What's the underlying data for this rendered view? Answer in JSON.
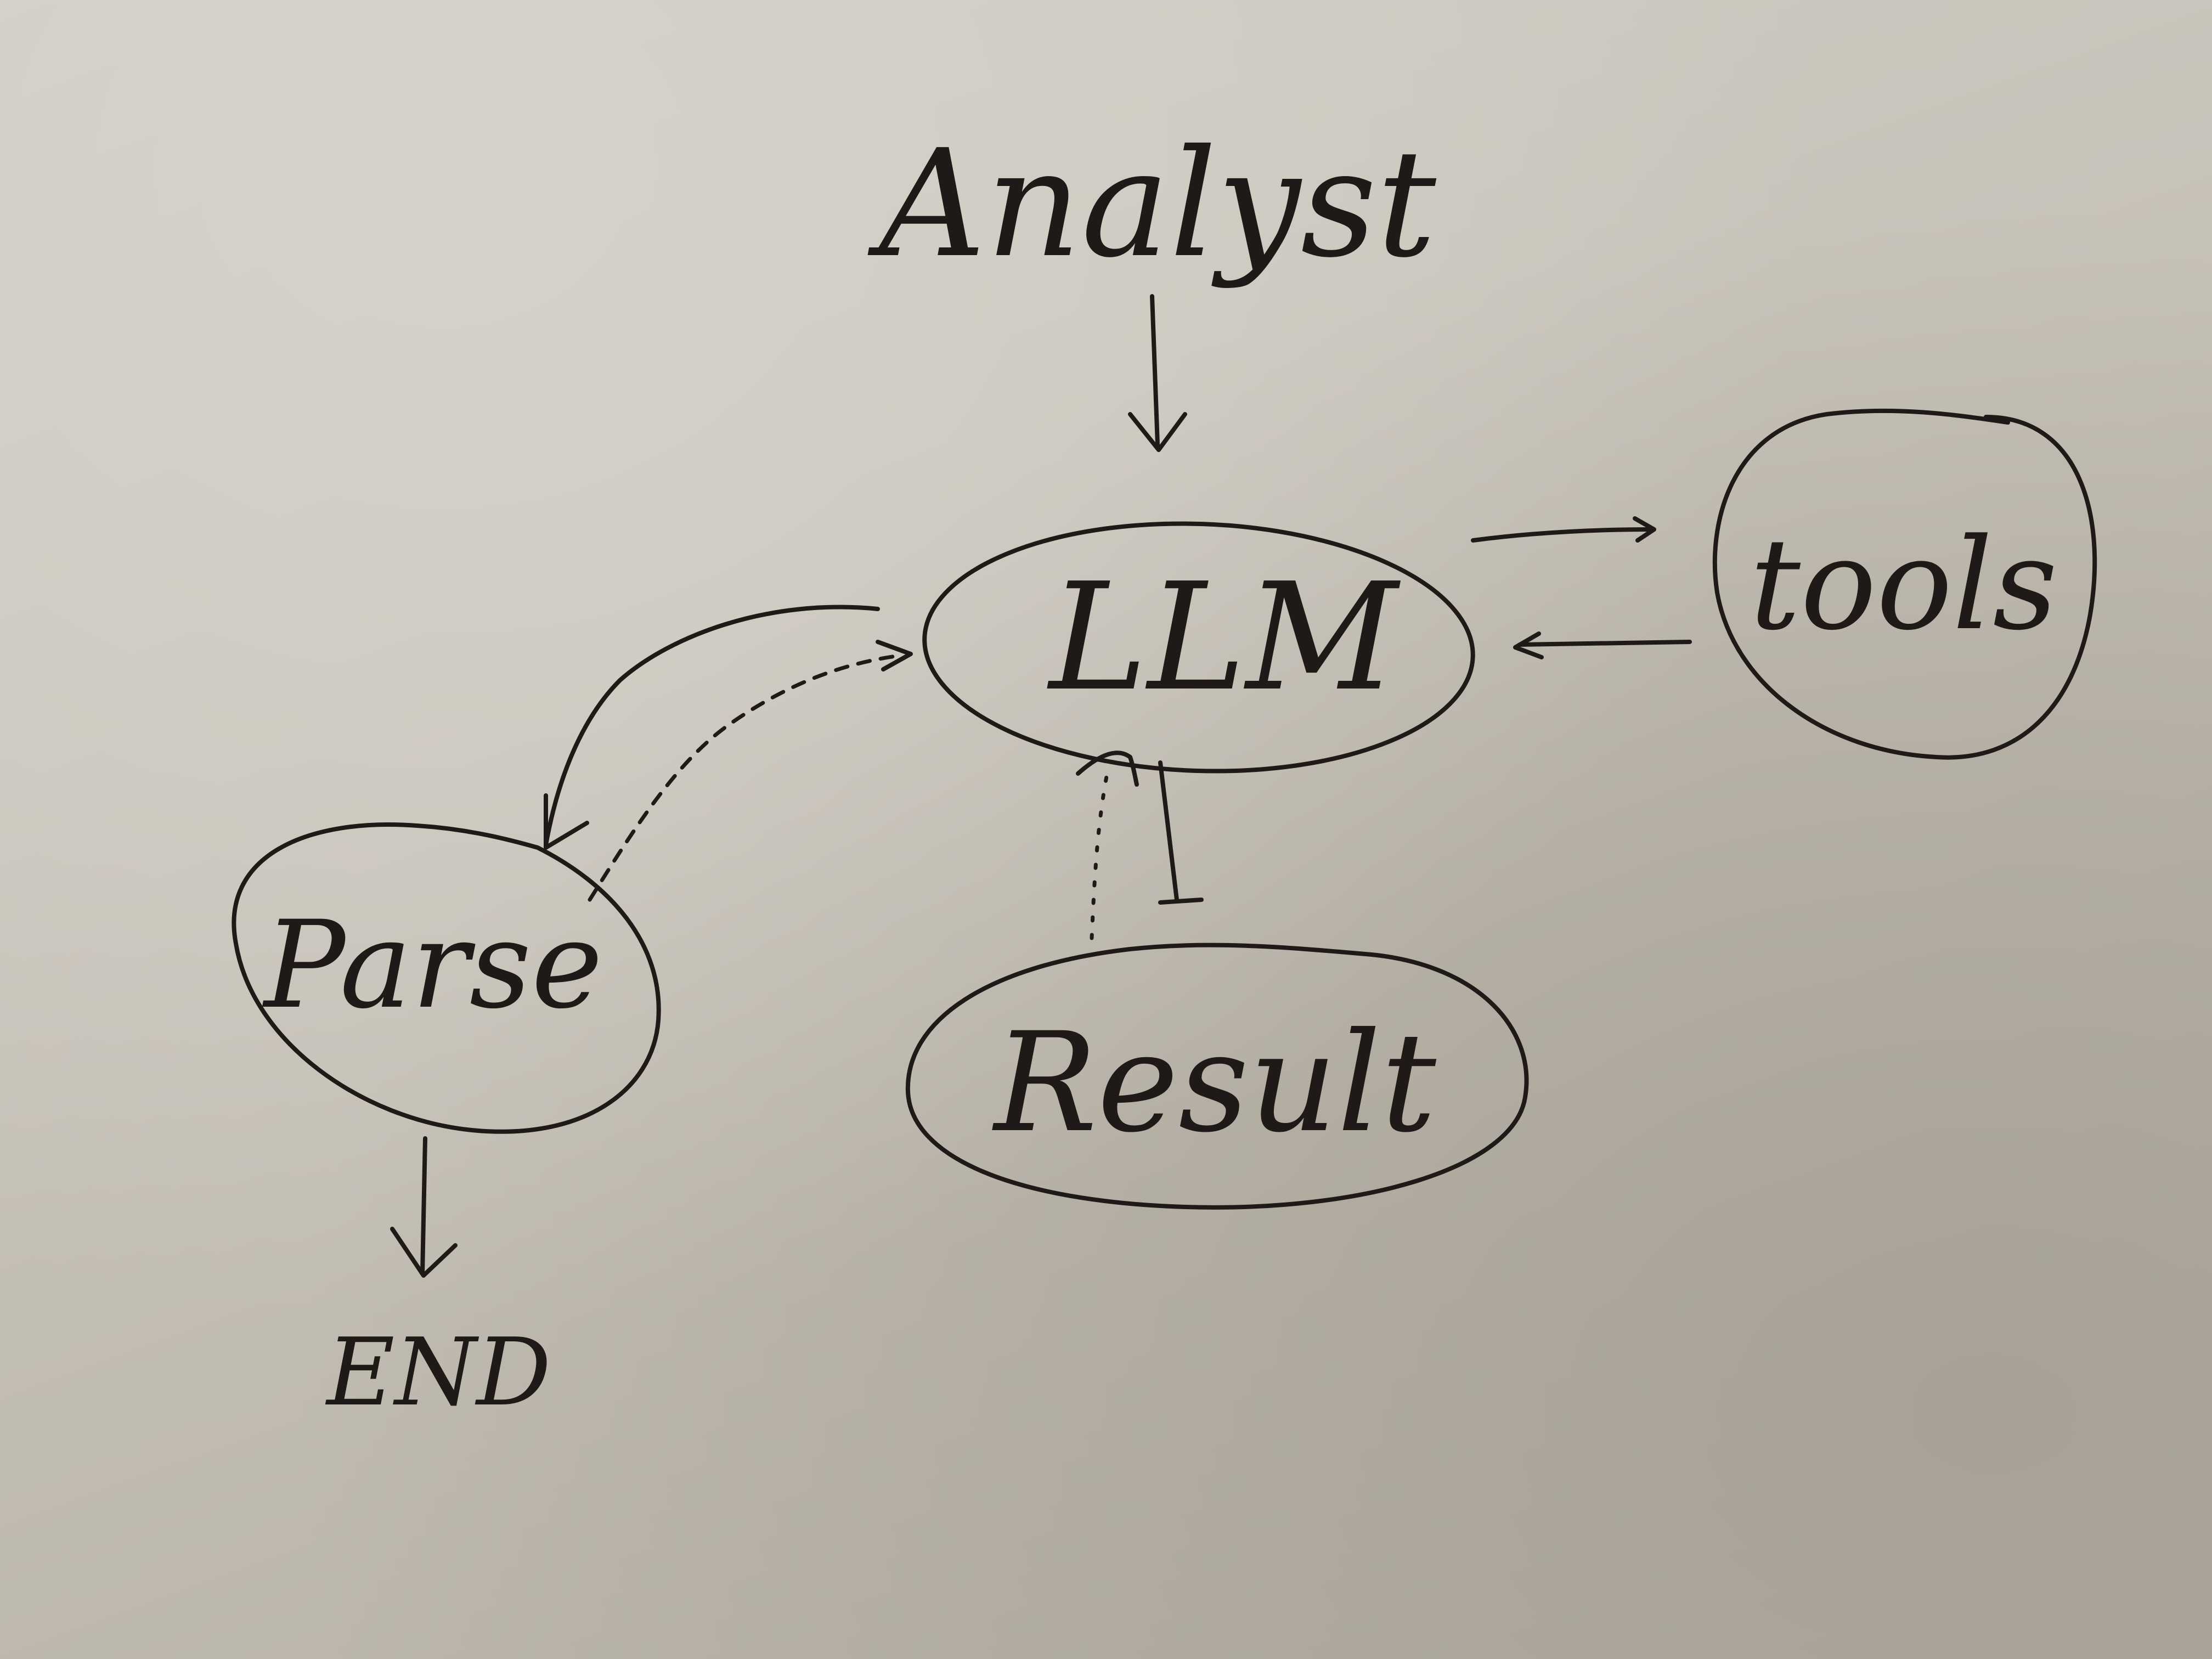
{
  "nodes": {
    "analyst": "Analyst",
    "llm": "LLM",
    "tools": "tools",
    "parse": "Parse",
    "result": "Result",
    "end": "END"
  },
  "colors": {
    "ink": "#1f1a17",
    "board": "#c9c4ba"
  }
}
